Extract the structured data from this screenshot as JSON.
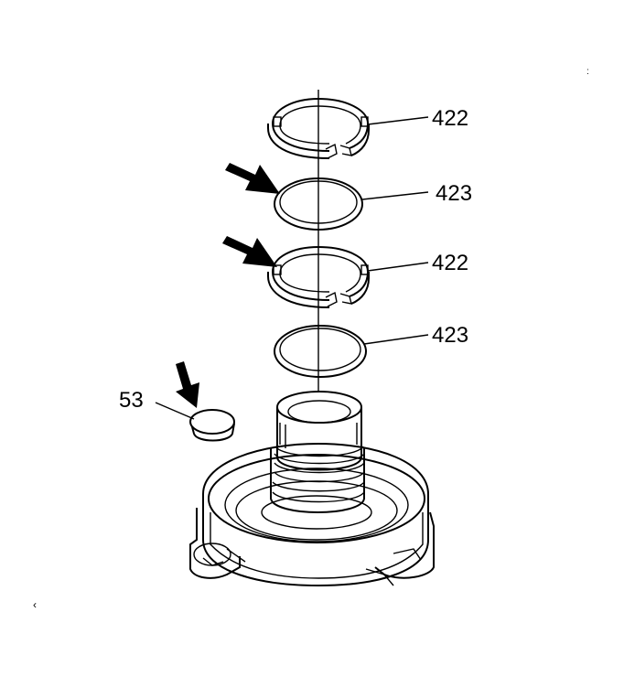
{
  "callouts": {
    "snap_ring_upper": "422",
    "seal_upper": "423",
    "snap_ring_lower": "422",
    "seal_lower": "423",
    "plug": "53"
  },
  "colors": {
    "line": "#000000",
    "background": "#ffffff"
  },
  "icons": [
    "arrow-icon"
  ]
}
